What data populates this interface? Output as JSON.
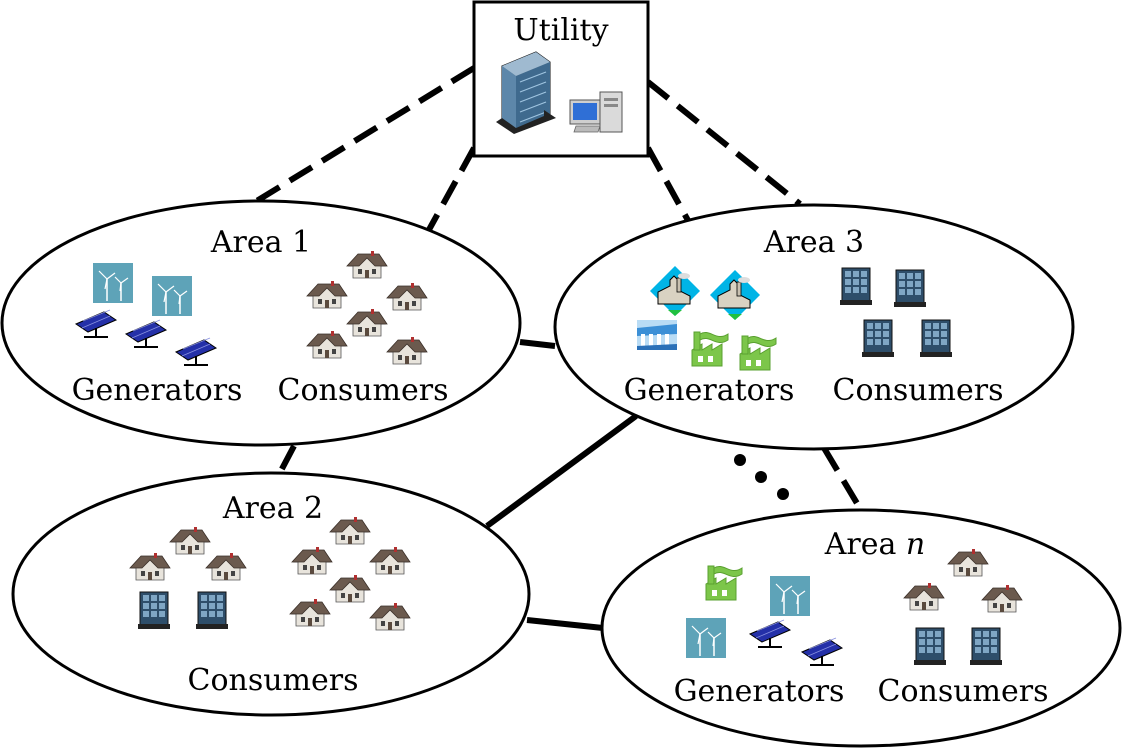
{
  "utility": {
    "title": "Utility"
  },
  "areas": [
    {
      "title": "Area 1",
      "generators_label": "Generators",
      "consumers_label": "Consumers"
    },
    {
      "title": "Area 2",
      "consumers_label": "Consumers"
    },
    {
      "title": "Area 3",
      "generators_label": "Generators",
      "consumers_label": "Consumers"
    },
    {
      "title_prefix": "Area ",
      "title_var": "n",
      "generators_label": "Generators",
      "consumers_label": "Consumers"
    }
  ],
  "icons": {
    "house": "house-icon",
    "office": "office-building-icon",
    "solar": "solar-panel-icon",
    "wind": "wind-turbine-icon",
    "plant": "power-plant-icon",
    "factory": "factory-icon",
    "dam": "hydro-dam-icon",
    "computer": "computer-icon"
  },
  "colors": {
    "stroke": "#000000",
    "house_roof": "#6b5a4e",
    "house_wall": "#e8e4dc",
    "office": "#2e4e6a",
    "office_glass": "#7fa6c4",
    "solar": "#2430a8",
    "wind_bg": "#5ea3b8",
    "plant_diamond": "#00b4e6",
    "factory": "#7cc64a"
  }
}
